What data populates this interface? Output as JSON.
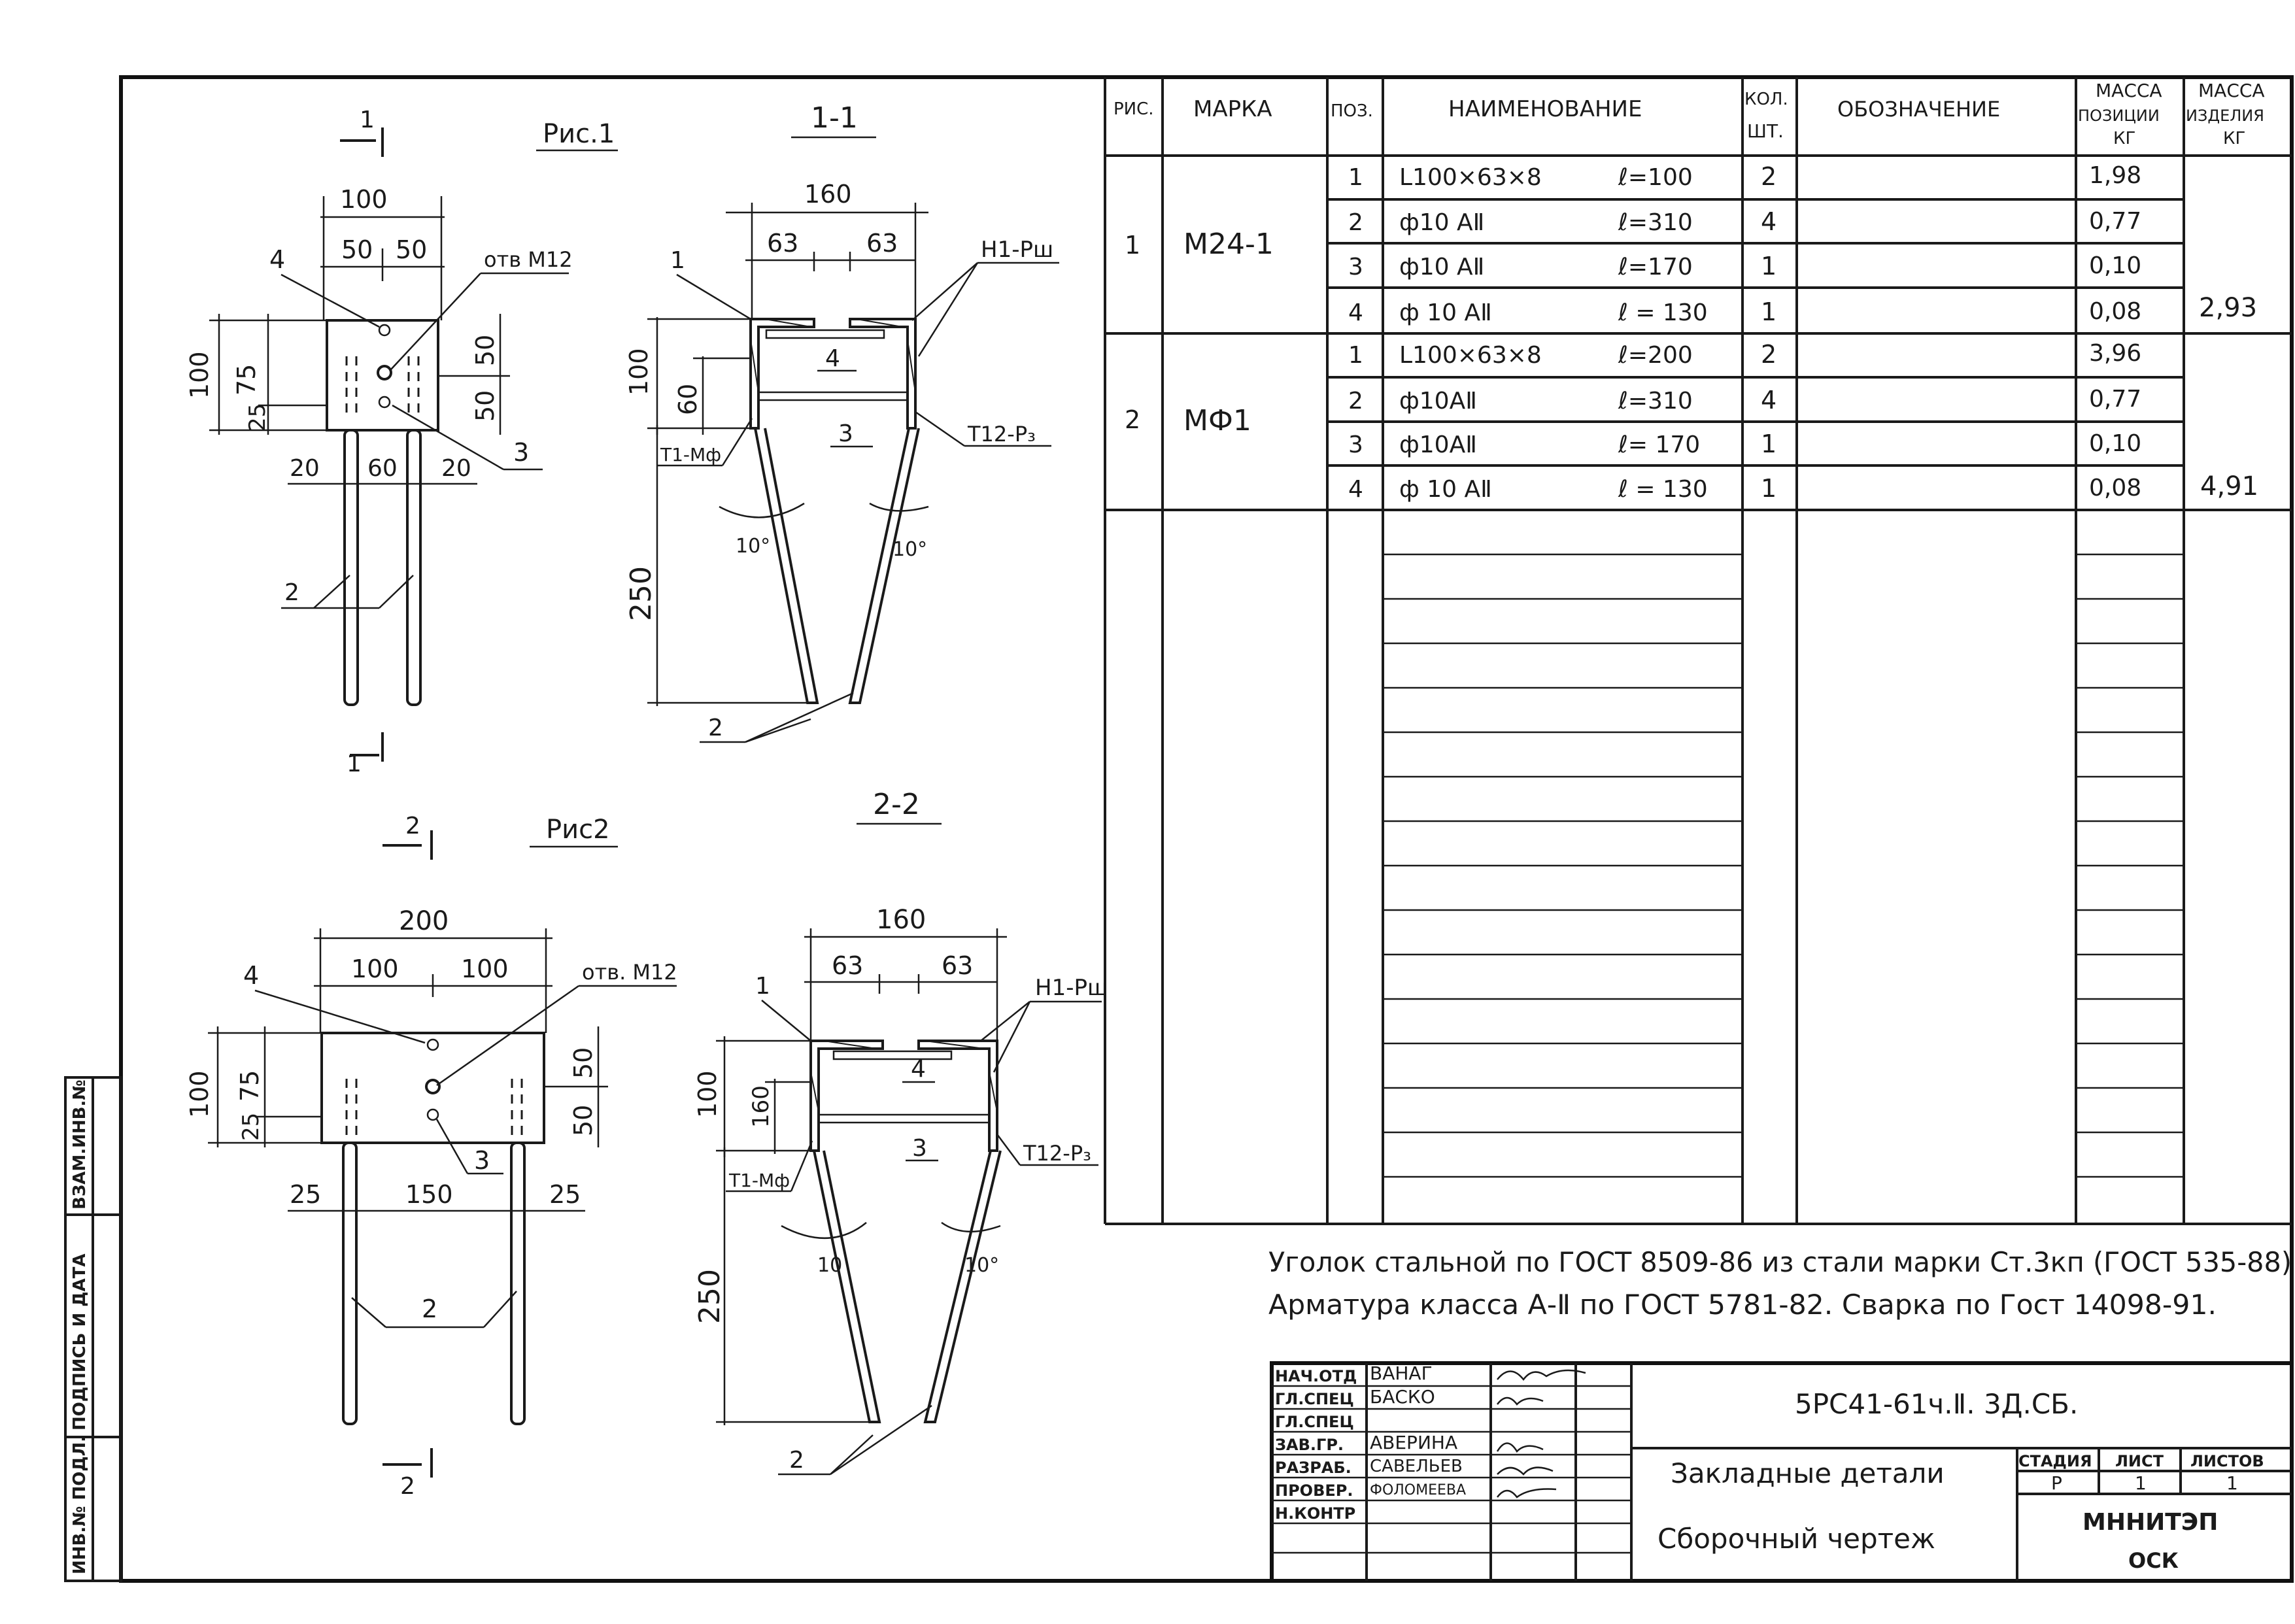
{
  "side_stamp": {
    "inv_podl": "ИНВ.№ ПОДЛ.",
    "podpis_data": "ПОДПИСЬ И ДАТА",
    "vzam_inv": "ВЗАМ.ИНВ.№"
  },
  "figures": {
    "fig1": {
      "title": "Рис.1",
      "section_mark": "1",
      "dims": {
        "width_total": "100",
        "half_left": "50",
        "half_right": "50",
        "height_total": "100",
        "h75": "75",
        "h25": "25",
        "h50a": "50",
        "h50b": "50",
        "side20a": "20",
        "mid60": "60",
        "side20b": "20"
      },
      "hole_label": "отв М12",
      "pos": {
        "p2": "2",
        "p3": "3",
        "p4": "4"
      }
    },
    "sec1": {
      "title": "1-1",
      "dims": {
        "total": "160",
        "left63": "63",
        "right63": "63",
        "h100": "100",
        "h60": "60",
        "h250": "250",
        "ang1": "10°",
        "ang2": "10°"
      },
      "labels": {
        "h1": "Н1-Рш",
        "t12": "Т12-Р₃",
        "t1": "Т1-Мф",
        "p1": "1",
        "p2": "2",
        "p3": "3",
        "p4": "4"
      }
    },
    "fig2": {
      "title": "Рис2",
      "section_mark": "2",
      "dims": {
        "width_total": "200",
        "half_left": "100",
        "half_right": "100",
        "height_total": "100",
        "h75": "75",
        "h25": "25",
        "h50a": "50",
        "h50b": "50",
        "side25a": "25",
        "mid150": "150",
        "side25b": "25"
      },
      "hole_label": "отв. М12",
      "pos": {
        "p2": "2",
        "p3": "3",
        "p4": "4"
      }
    },
    "sec2": {
      "title": "2-2",
      "dims": {
        "total": "160",
        "left63": "63",
        "right63": "63",
        "h100": "100",
        "h160": "160",
        "h250": "250",
        "ang1": "10",
        "ang2": "10°"
      },
      "labels": {
        "h1": "Н1-Рш",
        "t12": "Т12-Р₃",
        "t1": "Т1-Мф",
        "p1": "1",
        "p2": "2",
        "p3": "3",
        "p4": "4"
      }
    }
  },
  "spec_table": {
    "headers": {
      "ris": "РИС.",
      "marka": "МАРКА",
      "poz": "ПОЗ.",
      "naim": "НАИМЕНОВАНИЕ",
      "kol1": "КОЛ.",
      "kol2": "ШТ.",
      "oboz": "ОБОЗНАЧЕНИЕ",
      "mp1": "МАССА",
      "mp2": "ПОЗИЦИИ",
      "mp3": "КГ",
      "mi1": "МАССА",
      "mi2": "ИЗДЕЛИЯ",
      "mi3": "КГ"
    },
    "groups": [
      {
        "ris": "1",
        "marka": "М24-1",
        "mass_item": "2,93",
        "rows": [
          {
            "poz": "1",
            "name": "L100×63×8",
            "len": "ℓ=100",
            "qty": "2",
            "mass": "1,98"
          },
          {
            "poz": "2",
            "name": "ф10 АⅡ",
            "len": "ℓ=310",
            "qty": "4",
            "mass": "0,77"
          },
          {
            "poz": "3",
            "name": "ф10 АⅡ",
            "len": "ℓ=170",
            "qty": "1",
            "mass": "0,10"
          },
          {
            "poz": "4",
            "name": "ф 10 АⅡ",
            "len": "ℓ = 130",
            "qty": "1",
            "mass": "0,08"
          }
        ]
      },
      {
        "ris": "2",
        "marka": "МФ1",
        "mass_item": "4,91",
        "rows": [
          {
            "poz": "1",
            "name": "L100×63×8",
            "len": "ℓ=200",
            "qty": "2",
            "mass": "3,96"
          },
          {
            "poz": "2",
            "name": "ф10АⅡ",
            "len": "ℓ=310",
            "qty": "4",
            "mass": "0,77"
          },
          {
            "poz": "3",
            "name": "ф10АⅡ",
            "len": "ℓ= 170",
            "qty": "1",
            "mass": "0,10"
          },
          {
            "poz": "4",
            "name": "ф 10 АⅡ",
            "len": "ℓ = 130",
            "qty": "1",
            "mass": "0,08"
          }
        ]
      }
    ]
  },
  "notes": [
    "Уголок стальной по ГОСТ 8509-86 из стали марки Ст.3кп (ГОСТ 535-88)",
    "Арматура класса А-Ⅱ по ГОСТ 5781-82. Сварка по Гост 14098-91."
  ],
  "title_block": {
    "roles": [
      {
        "role": "НАЧ.ОТД",
        "name": "ВАНАГ"
      },
      {
        "role": "ГЛ.СПЕЦ",
        "name": "БАСКО"
      },
      {
        "role": "ГЛ.СПЕЦ",
        "name": ""
      },
      {
        "role": "ЗАВ.ГР.",
        "name": "АВЕРИНА"
      },
      {
        "role": "РАЗРАБ.",
        "name": "САВЕЛЬЕВ"
      },
      {
        "role": "ПРОВЕР.",
        "name": "ФОЛОМЕЕВА"
      },
      {
        "role": "Н.КОНТР",
        "name": ""
      }
    ],
    "code": "5РС41-61ч.Ⅱ. 3Д.СБ.",
    "name1": "Закладные детали",
    "name2": "Сборочный чертеж",
    "stage_label": "СТАДИЯ",
    "sheet_label": "ЛИСТ",
    "sheets_label": "ЛИСТОВ",
    "stage": "Р",
    "sheet": "1",
    "sheets": "1",
    "org1": "МННИТЭП",
    "org2": "ОСК"
  }
}
